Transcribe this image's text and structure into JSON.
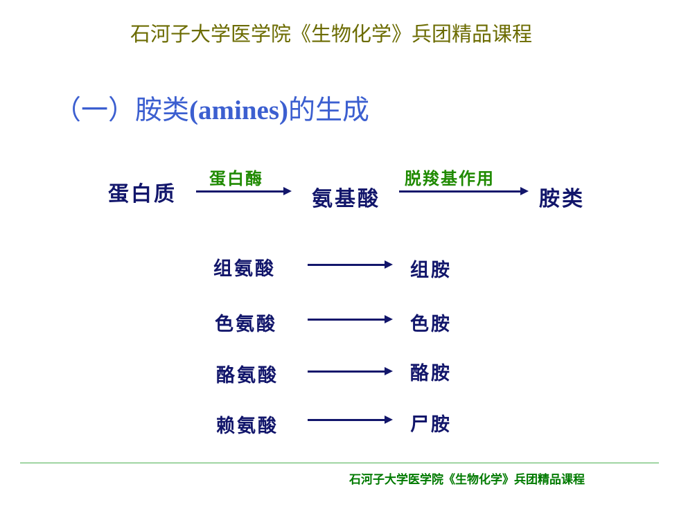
{
  "header": {
    "title": "石河子大学医学院《生物化学》兵团精品课程"
  },
  "section": {
    "prefix": "（一）胺类",
    "english": "(amines)",
    "suffix": "的生成"
  },
  "main_reaction": {
    "substrate": "蛋白质",
    "enzyme": "蛋白酶",
    "intermediate": "氨基酸",
    "process": "脱羧基作用",
    "product": "胺类"
  },
  "pairs": [
    {
      "amino_acid": "组氨酸",
      "amine": "组胺"
    },
    {
      "amino_acid": "色氨酸",
      "amine": "色胺"
    },
    {
      "amino_acid": "酪氨酸",
      "amine": "酪胺"
    },
    {
      "amino_acid": "赖氨酸",
      "amine": "尸胺"
    }
  ],
  "footer": {
    "text": "石河子大学医学院《生物化学》兵团精品课程"
  },
  "colors": {
    "navy": "#12166b",
    "green": "#1f8a00",
    "title_blue": "#3c5fd0",
    "header_olive": "#6b6b00"
  }
}
